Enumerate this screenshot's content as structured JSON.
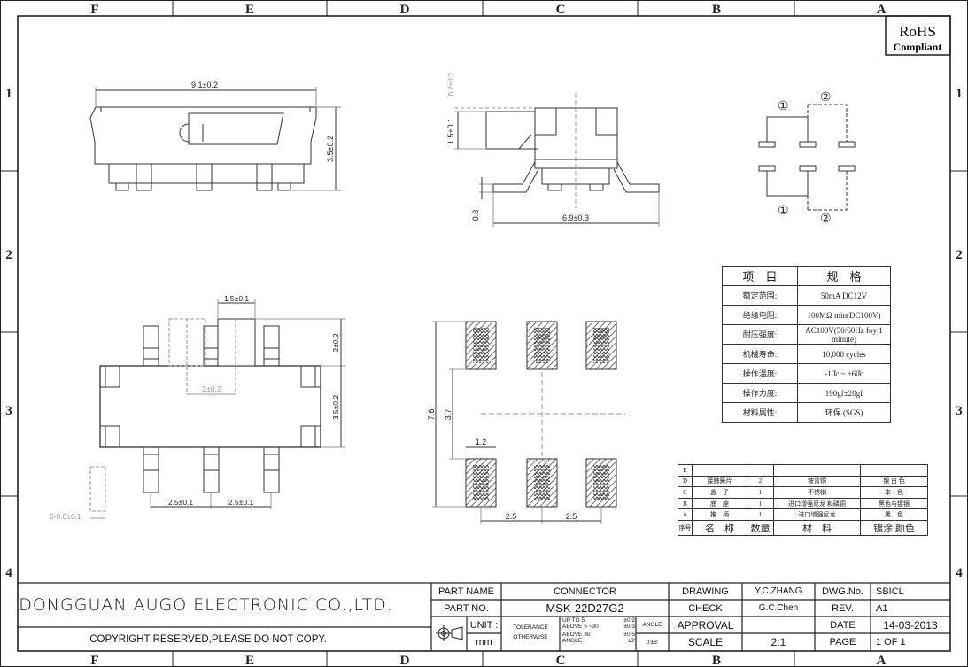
{
  "frame": {
    "columns": [
      "F",
      "E",
      "D",
      "C",
      "B",
      "A"
    ],
    "rows": [
      "1",
      "2",
      "3",
      "4"
    ]
  },
  "rohs": {
    "line1": "RoHS",
    "line2": "Compliant"
  },
  "side_view": {
    "width_dim": "9.1±0.2",
    "height_dim": "3.5±0.2"
  },
  "end_view": {
    "top_dim": "0.2±0.2",
    "actuator_dim": "1.5±0.1",
    "lead_dim": "0.3",
    "width_dim": "6.9±0.3"
  },
  "schematic": {
    "pin1": "①",
    "pin2": "②"
  },
  "top_view": {
    "actuator_width": "1.5±0.1",
    "actuator_height": "2±0.2",
    "travel": "2±0.2",
    "body_height": "3.5±0.2",
    "pitch1": "2.5±0.1",
    "pitch2": "2.5±0.1",
    "pin_width": "6-0.6±0.1"
  },
  "footprint": {
    "overall": "7.6",
    "gap": "3.7",
    "pad_width": "1.2",
    "pitch1": "2.5",
    "pitch2": "2.5"
  },
  "spec_table": {
    "headers": [
      "项　目",
      "规　格"
    ],
    "rows": [
      [
        "额定范围:",
        "50mA DC12V"
      ],
      [
        "绝缘电阻:",
        "100MΩ min(DC100V)"
      ],
      [
        "耐压强度:",
        "AC100V(50/60Hz foy 1 minute)"
      ],
      [
        "机械寿命:",
        "10,000 cycles"
      ],
      [
        "操作温度:",
        "-10̊c ~ +60̊c"
      ],
      [
        "操作力度:",
        "190gf±20gf"
      ],
      [
        "材料属性:",
        "环保 (SGS)"
      ]
    ]
  },
  "bom_table": {
    "rows": [
      [
        "E",
        "",
        "",
        "",
        ""
      ],
      [
        "D",
        "接触簧片",
        "2",
        "铍青铜",
        "银 白 色"
      ],
      [
        "C",
        "盖　子",
        "1",
        "不锈钢",
        "本　色"
      ],
      [
        "B",
        "底　座",
        "1",
        "进口增强尼龙 和磷铜",
        "黑色与镀银"
      ],
      [
        "A",
        "推　柄",
        "1",
        "进口增强尼龙",
        "黑　色"
      ]
    ],
    "headers": [
      "序号",
      "名　称",
      "数量",
      "材　料",
      "镀涂 颜色"
    ]
  },
  "title_block": {
    "company": "DONGGUAN AUGO ELECTRONIC CO.,LTD.",
    "copyright": "COPYRIGHT RESERVED,PLEASE DO NOT COPY.",
    "part_name_label": "PART NAME",
    "part_name": "CONNECTOR",
    "part_no_label": "PART NO.",
    "part_no": "MSK-22D27G2",
    "unit_label": "UNIT :",
    "unit": "mm",
    "tolerance": "TOLERANCE",
    "otherwise": "OTHERWISE",
    "tol_rows": [
      [
        "UP TO 5",
        "±0.2"
      ],
      [
        "ABOVE 5 ~30",
        "±0.3"
      ],
      [
        "ABOVE 30",
        "±0.5"
      ],
      [
        "ANGLE",
        "±3'"
      ]
    ],
    "angle_label": "ANGLE",
    "angle_value": "0'±3'",
    "drawing_label": "DRAWING",
    "drawing": "Y,C,ZHANG",
    "check_label": "CHECK",
    "check": "G.C.Chen",
    "approval_label": "APPROVAL",
    "approval": "",
    "scale_label": "SCALE",
    "scale": "2:1",
    "dwg_label": "DWG.No.",
    "dwg": "SBICL",
    "rev_label": "REV.",
    "rev": "A1",
    "date_label": "DATE",
    "date": "14-03-2013",
    "page_label": "PAGE",
    "page": "1 OF 1"
  }
}
